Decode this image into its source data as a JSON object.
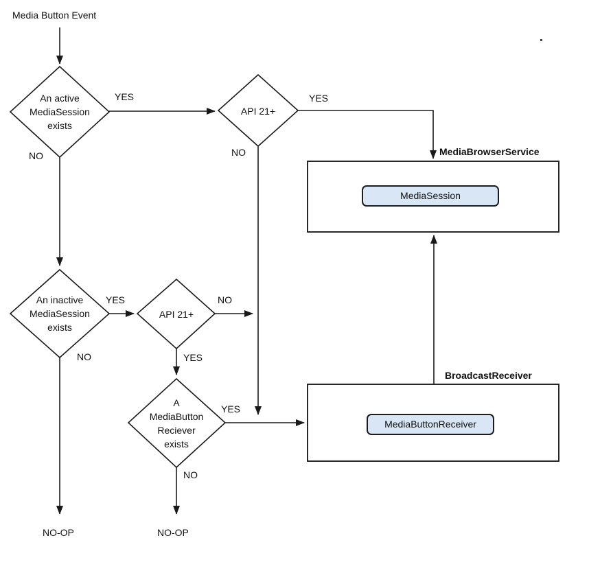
{
  "title": "Media Button Event",
  "colors": {
    "line": "#1a1a1a",
    "node_fill": "#d8e6f6",
    "node_border": "#1c1c1c",
    "box_border": "#111111"
  },
  "decisions": {
    "active_session": "An active\nMediaSession\nexists",
    "api21_top": "API 21+",
    "inactive_session": "An inactive\nMediaSession\nexists",
    "api21_mid": "API 21+",
    "receiver_exists": "A\nMediaButton\nReciever\nexists"
  },
  "containers": {
    "media_browser_service": "MediaBrowserService",
    "broadcast_receiver": "BroadcastReceiver"
  },
  "nodes": {
    "media_session": "MediaSession",
    "media_button_receiver": "MediaButtonReceiver"
  },
  "edge_labels": {
    "yes_active": "YES",
    "no_active": "NO",
    "yes_api21_top": "YES",
    "no_api21_top": "NO",
    "yes_inactive": "YES",
    "no_inactive": "NO",
    "yes_api21_mid": "YES",
    "no_api21_mid": "NO",
    "yes_receiver": "YES",
    "no_receiver": "NO"
  },
  "terminals": {
    "noop_left": "NO-OP",
    "noop_right": "NO-OP"
  }
}
